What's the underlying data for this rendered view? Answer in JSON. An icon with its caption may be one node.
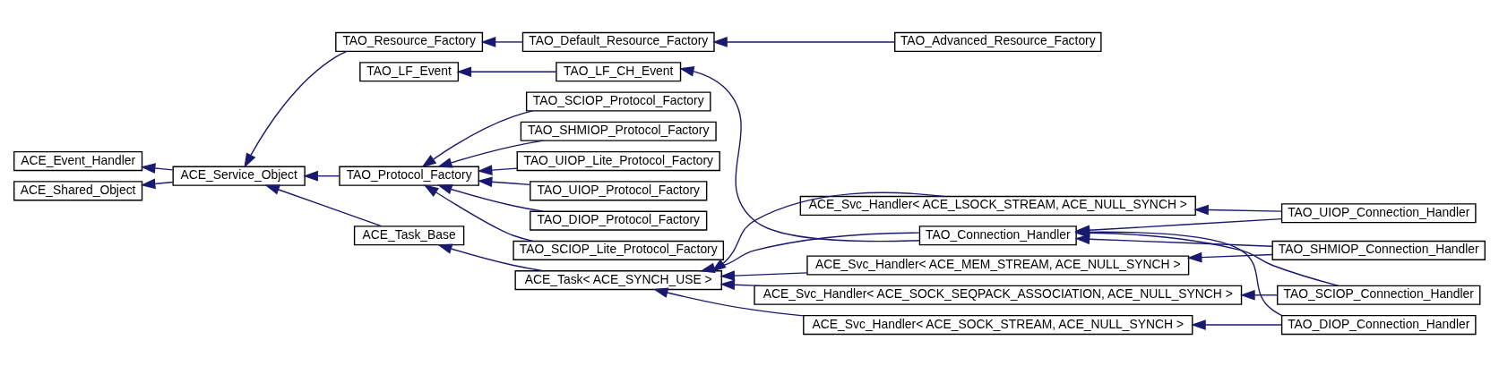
{
  "diagram": {
    "nodes": [
      {
        "text": [
          "ACE_Event_Handler"
        ]
      },
      {
        "text": [
          "ACE_Shared_Object"
        ]
      },
      {
        "text": [
          "ACE_Service_Object"
        ]
      },
      {
        "text": [
          "TAO_Resource_Factory"
        ]
      },
      {
        "text": [
          "TAO_LF_Event"
        ]
      },
      {
        "text": [
          "ACE_Task_Base"
        ]
      },
      {
        "text": [
          "TAO_Protocol_Factory"
        ]
      },
      {
        "text": [
          "TAO_Default_Resource_Factory"
        ]
      },
      {
        "text": [
          "TAO_LF_CH_Event"
        ]
      },
      {
        "text": [
          "ACE_Task< ACE_SYNCH_USE >"
        ]
      },
      {
        "text": [
          "TAO_SHMIOP_Protocol_Factory"
        ]
      },
      {
        "text": [
          "TAO_UIOP_Lite_Protocol_Factory"
        ]
      },
      {
        "text": [
          "TAO_UIOP_Protocol_Factory"
        ]
      },
      {
        "text": [
          "TAO_DIOP_Protocol_Factory"
        ]
      },
      {
        "text": [
          "TAO_SCIOP_Lite_Protocol_Factory"
        ]
      },
      {
        "text": [
          "TAO_SCIOP_Protocol_Factory"
        ]
      },
      {
        "text": [
          "TAO_Advanced_Resource_Factory"
        ]
      },
      {
        "text": [
          "ACE_Svc_Handler< ACE_MEM_STREAM, ACE_NULL_SYNCH >"
        ]
      },
      {
        "text": [
          "TAO_Connection_Handler"
        ]
      },
      {
        "text": [
          "ACE_Svc_Handler< ACE_SOCK_SEQPACK_ASSOCIATION, ACE_NULL_SYNCH >"
        ]
      },
      {
        "text": [
          "ACE_Svc_Handler< ACE_SOCK_STREAM, ACE_NULL_SYNCH >"
        ]
      },
      {
        "text": [
          "ACE_Svc_Handler< ACE_LSOCK_STREAM, ACE_NULL_SYNCH >"
        ]
      },
      {
        "text": [
          "TAO_SHMIOP_Connection_Handler"
        ]
      },
      {
        "text": [
          "TAO_SCIOP_Connection_Handler"
        ]
      },
      {
        "text": [
          "TAO_DIOP_Connection_Handler"
        ]
      },
      {
        "text": [
          "TAO_UIOP_Connection_Handler"
        ]
      }
    ],
    "edges": [
      {
        "from": 2,
        "to": 0,
        "arrow": "to"
      },
      {
        "from": 2,
        "to": 1,
        "arrow": "to"
      },
      {
        "from": 3,
        "to": 2,
        "arrow": "to"
      },
      {
        "from": 5,
        "to": 2,
        "arrow": "to"
      },
      {
        "from": 6,
        "to": 2,
        "arrow": "to"
      },
      {
        "from": 7,
        "to": 3,
        "arrow": "to"
      },
      {
        "from": 16,
        "to": 7,
        "arrow": "to"
      },
      {
        "from": 8,
        "to": 4,
        "arrow": "to"
      },
      {
        "from": 18,
        "to": 8,
        "arrow": "to"
      },
      {
        "from": 9,
        "to": 5,
        "arrow": "to"
      },
      {
        "from": 17,
        "to": 9,
        "arrow": "to"
      },
      {
        "from": 18,
        "to": 9,
        "arrow": "to"
      },
      {
        "from": 19,
        "to": 9,
        "arrow": "to"
      },
      {
        "from": 20,
        "to": 9,
        "arrow": "to"
      },
      {
        "from": 21,
        "to": 9,
        "arrow": "to"
      },
      {
        "from": 10,
        "to": 6,
        "arrow": "to"
      },
      {
        "from": 11,
        "to": 6,
        "arrow": "to"
      },
      {
        "from": 12,
        "to": 6,
        "arrow": "to"
      },
      {
        "from": 13,
        "to": 6,
        "arrow": "to"
      },
      {
        "from": 14,
        "to": 6,
        "arrow": "to"
      },
      {
        "from": 15,
        "to": 6,
        "arrow": "to"
      },
      {
        "from": 22,
        "to": 17,
        "arrow": "to"
      },
      {
        "from": 22,
        "to": 18,
        "arrow": "to"
      },
      {
        "from": 23,
        "to": 18,
        "arrow": "to"
      },
      {
        "from": 23,
        "to": 19,
        "arrow": "to"
      },
      {
        "from": 24,
        "to": 18,
        "arrow": "to"
      },
      {
        "from": 24,
        "to": 20,
        "arrow": "to"
      },
      {
        "from": 25,
        "to": 18,
        "arrow": "to"
      },
      {
        "from": 25,
        "to": 21,
        "arrow": "to"
      }
    ]
  }
}
